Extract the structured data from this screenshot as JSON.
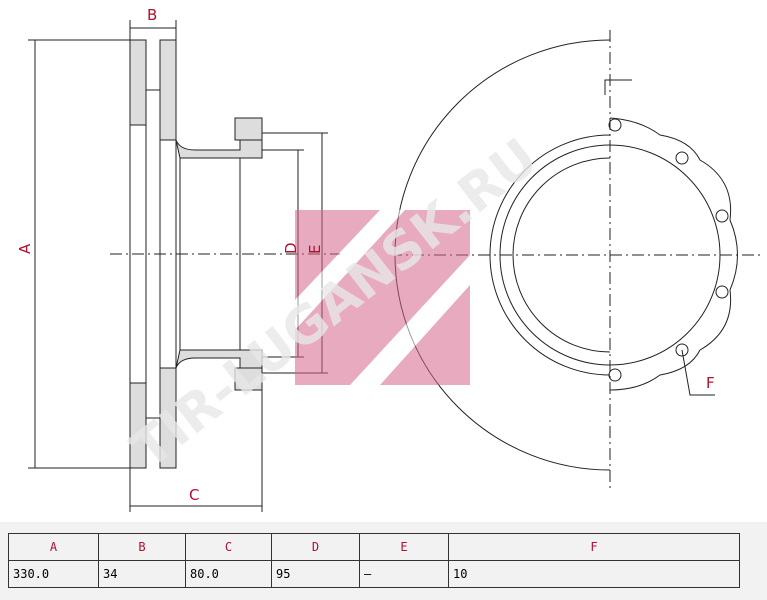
{
  "drawing": {
    "labels": {
      "a": "A",
      "b": "B",
      "c": "C",
      "d": "D",
      "e": "E",
      "f": "F"
    },
    "watermark": "TIR-LUGANSK.RU"
  },
  "table": {
    "headers": [
      "A",
      "B",
      "C",
      "D",
      "E",
      "F"
    ],
    "values": [
      "330.0",
      "34",
      "80.0",
      "95",
      "–",
      "10"
    ]
  },
  "colors": {
    "label": "#b01030",
    "logo": "#d6658a"
  }
}
